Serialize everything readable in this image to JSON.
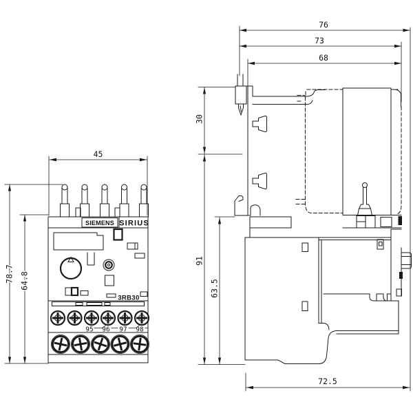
{
  "front_view": {
    "brand": "SIEMENS",
    "series": "SIRIUS",
    "model": "3RB30",
    "terminal_labels": [
      "95",
      "96",
      "97",
      "98"
    ],
    "dims": {
      "width": "45",
      "total_height": "78.7",
      "body_height": "64.8"
    }
  },
  "side_view": {
    "dims": {
      "total_depth": "76",
      "upper_depth": "73",
      "body_depth": "68",
      "top_section_height": "30",
      "mounting_height": "91",
      "lower_height": "63.5",
      "bottom_depth": "72.5"
    }
  }
}
